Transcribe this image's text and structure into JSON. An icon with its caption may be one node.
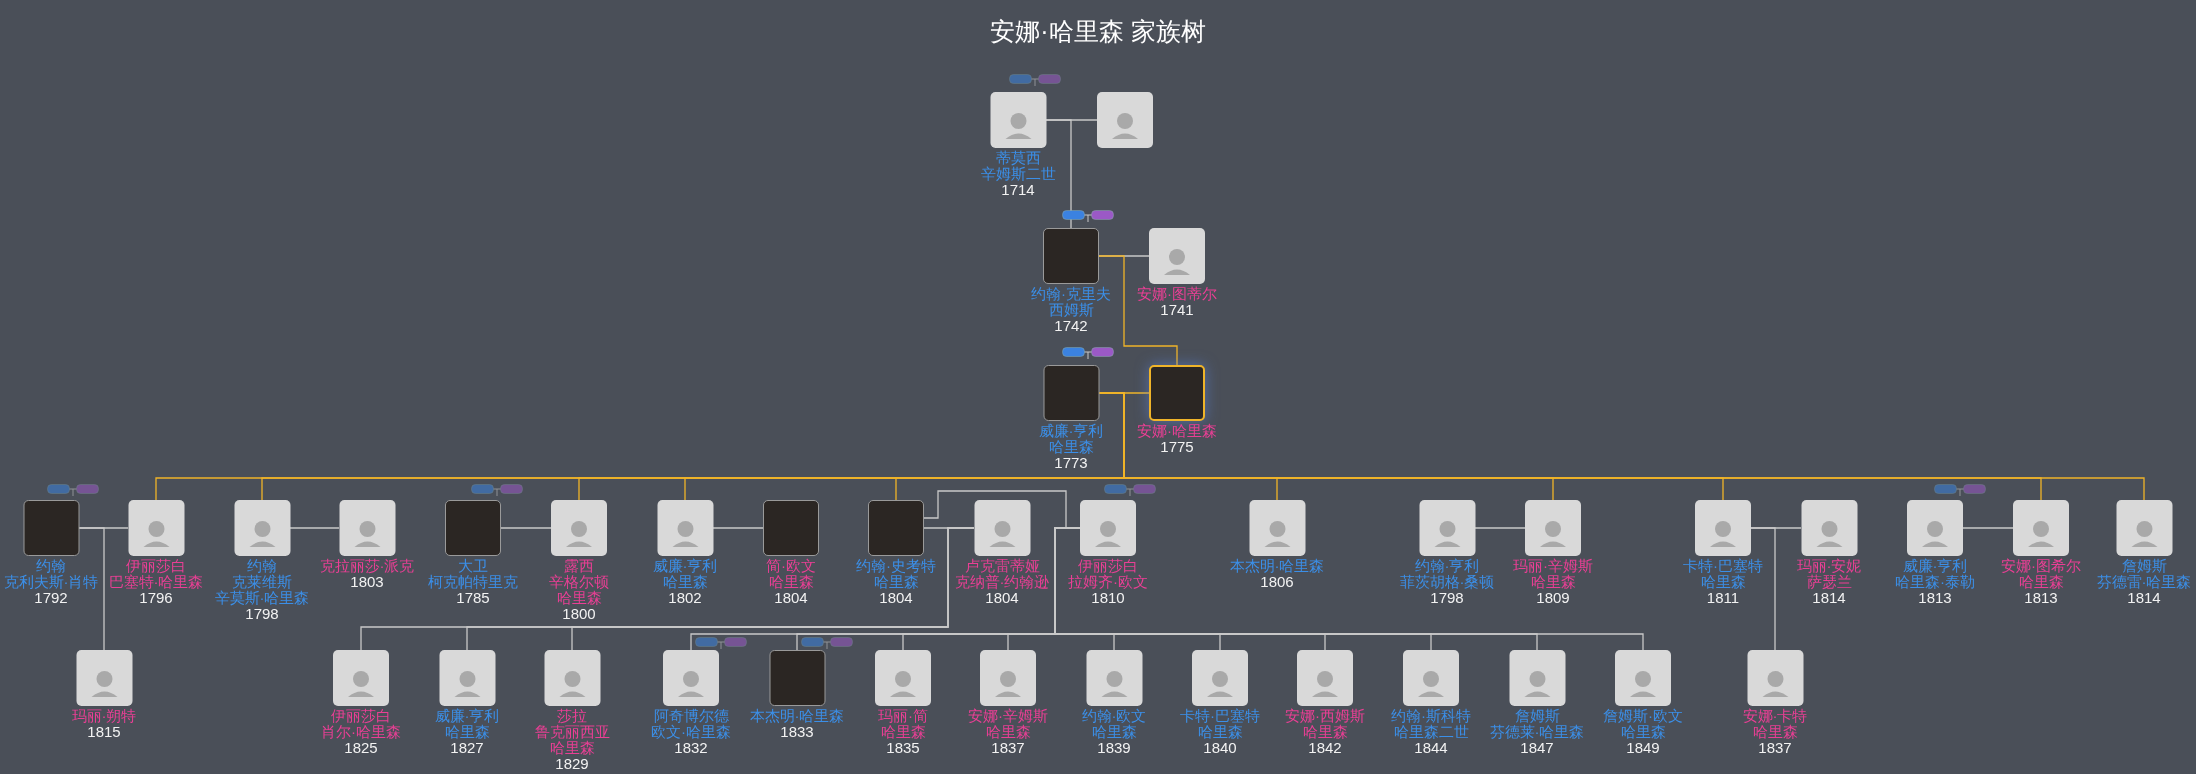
{
  "diagram": {
    "title": "安娜·哈里森 家族树",
    "nodes": [
      {
        "text": [
          "蒂莫西辛姆斯二世",
          "1714"
        ]
      },
      {
        "text": [],
        "shape": "person"
      },
      {
        "text": [
          "约翰·克里夫西姆斯",
          "1742"
        ]
      },
      {
        "text": [
          "安娜·图蒂尔",
          "1741"
        ]
      },
      {
        "text": [
          "威廉·亨利哈里森",
          "1773"
        ]
      },
      {
        "text": [
          "安娜·哈里森",
          "1775"
        ]
      },
      {
        "text": [
          "约翰克利夫斯·肖特",
          "1792"
        ]
      },
      {
        "text": [
          "伊丽莎白巴塞特·哈里森",
          "1796"
        ]
      },
      {
        "text": [
          "约翰克莱维斯辛莫斯·哈里森",
          "1798"
        ]
      },
      {
        "text": [
          "克拉丽莎·派克",
          "1803"
        ]
      },
      {
        "text": [
          "大卫柯克帕特里克",
          "1785"
        ]
      },
      {
        "text": [
          "露西辛格尔顿哈里森",
          "1800"
        ]
      },
      {
        "text": [
          "威廉·亨利哈里森",
          "1802"
        ]
      },
      {
        "text": [
          "简·欧文哈里森",
          "1804"
        ]
      },
      {
        "text": [
          "约翰·史考特哈里森",
          "1804"
        ]
      },
      {
        "text": [
          "卢克雷蒂娅克纳普·约翰逊",
          "1804"
        ]
      },
      {
        "text": [
          "伊丽莎白拉姆齐·欧文",
          "1810"
        ]
      },
      {
        "text": [
          "本杰明·哈里森",
          "1806"
        ]
      },
      {
        "text": [
          "约翰·亨利菲茨胡格·桑顿",
          "1798"
        ]
      },
      {
        "text": [
          "玛丽·辛姆斯哈里森",
          "1809"
        ]
      },
      {
        "text": [
          "卡特·巴塞特哈里森",
          "1811"
        ]
      },
      {
        "text": [
          "玛丽·安妮萨瑟兰",
          "1814"
        ]
      },
      {
        "text": [
          "威廉·亨利哈里森·泰勒",
          "1813"
        ]
      },
      {
        "text": [
          "安娜·图希尔哈里森",
          "1813"
        ]
      },
      {
        "text": [
          "詹姆斯芬德雷·哈里森",
          "1814"
        ]
      },
      {
        "text": [
          "玛丽·朔特",
          "1815"
        ]
      },
      {
        "text": [
          "伊丽莎白肖尔·哈里森",
          "1825"
        ]
      },
      {
        "text": [
          "威廉·亨利哈里森",
          "1827"
        ]
      },
      {
        "text": [
          "莎拉鲁克丽西亚哈里森",
          "1829"
        ]
      },
      {
        "text": [
          "阿奇博尔德欧文·哈里森",
          "1832"
        ]
      },
      {
        "text": [
          "本杰明·哈里森",
          "1833"
        ]
      },
      {
        "text": [
          "玛丽·简哈里森",
          "1835"
        ]
      },
      {
        "text": [
          "安娜·辛姆斯哈里森",
          "1837"
        ]
      },
      {
        "text": [
          "约翰·欧文哈里森",
          "1839"
        ]
      },
      {
        "text": [
          "卡特·巴塞特哈里森",
          "1840"
        ]
      },
      {
        "text": [
          "安娜·西姆斯哈里森",
          "1842"
        ]
      },
      {
        "text": [
          "约翰·斯科特哈里森二世",
          "1844"
        ]
      },
      {
        "text": [
          "詹姆斯芬德莱·哈里森",
          "1847"
        ]
      },
      {
        "text": [
          "詹姆斯·欧文哈里森",
          "1849"
        ]
      },
      {
        "text": [
          "安娜·卡特哈里森",
          "1837"
        ]
      }
    ],
    "edges": [
      {
        "from": 0,
        "to": 1,
        "arrow": "none"
      },
      {
        "from": 2,
        "to": 3,
        "arrow": "none"
      },
      {
        "from": 4,
        "to": 5,
        "arrow": "none",
        "color": "#f0b429"
      },
      {
        "from": 6,
        "to": 7,
        "arrow": "none"
      },
      {
        "from": 8,
        "to": 9,
        "arrow": "none"
      },
      {
        "from": 10,
        "to": 11,
        "arrow": "none"
      },
      {
        "from": 12,
        "to": 13,
        "arrow": "none"
      },
      {
        "from": 14,
        "to": 15,
        "arrow": "none"
      },
      {
        "from": 14,
        "to": 16,
        "arrow": "none"
      },
      {
        "from": 18,
        "to": 19,
        "arrow": "none"
      },
      {
        "from": 20,
        "to": 21,
        "arrow": "none"
      },
      {
        "from": 22,
        "to": 23,
        "arrow": "none"
      },
      {
        "from": 0,
        "to": 2,
        "arrow": "none"
      },
      {
        "from": 2,
        "to": 5,
        "arrow": "none",
        "color": "#f0b429"
      },
      {
        "from": 4,
        "to": 7,
        "arrow": "none",
        "color": "#f0b429"
      },
      {
        "from": 4,
        "to": 8,
        "arrow": "none",
        "color": "#f0b429"
      },
      {
        "from": 4,
        "to": 11,
        "arrow": "none",
        "color": "#f0b429"
      },
      {
        "from": 4,
        "to": 12,
        "arrow": "none",
        "color": "#f0b429"
      },
      {
        "from": 4,
        "to": 14,
        "arrow": "none",
        "color": "#f0b429"
      },
      {
        "from": 4,
        "to": 17,
        "arrow": "none",
        "color": "#f0b429"
      },
      {
        "from": 4,
        "to": 19,
        "arrow": "none",
        "color": "#f0b429"
      },
      {
        "from": 4,
        "to": 20,
        "arrow": "none",
        "color": "#f0b429"
      },
      {
        "from": 4,
        "to": 23,
        "arrow": "none",
        "color": "#f0b429"
      },
      {
        "from": 4,
        "to": 24,
        "arrow": "none",
        "color": "#f0b429"
      },
      {
        "from": 6,
        "to": 25,
        "arrow": "none"
      },
      {
        "from": 15,
        "to": 26,
        "arrow": "none"
      },
      {
        "from": 15,
        "to": 27,
        "arrow": "none"
      },
      {
        "from": 15,
        "to": 28,
        "arrow": "none"
      },
      {
        "from": 16,
        "to": 29,
        "arrow": "none"
      },
      {
        "from": 16,
        "to": 30,
        "arrow": "none"
      },
      {
        "from": 16,
        "to": 31,
        "arrow": "none"
      },
      {
        "from": 16,
        "to": 32,
        "arrow": "none"
      },
      {
        "from": 16,
        "to": 33,
        "arrow": "none"
      },
      {
        "from": 16,
        "to": 34,
        "arrow": "none"
      },
      {
        "from": 16,
        "to": 35,
        "arrow": "none"
      },
      {
        "from": 16,
        "to": 36,
        "arrow": "none"
      },
      {
        "from": 16,
        "to": 37,
        "arrow": "none"
      },
      {
        "from": 16,
        "to": 38,
        "arrow": "none"
      },
      {
        "from": 20,
        "to": 39,
        "arrow": "none"
      }
    ]
  }
}
